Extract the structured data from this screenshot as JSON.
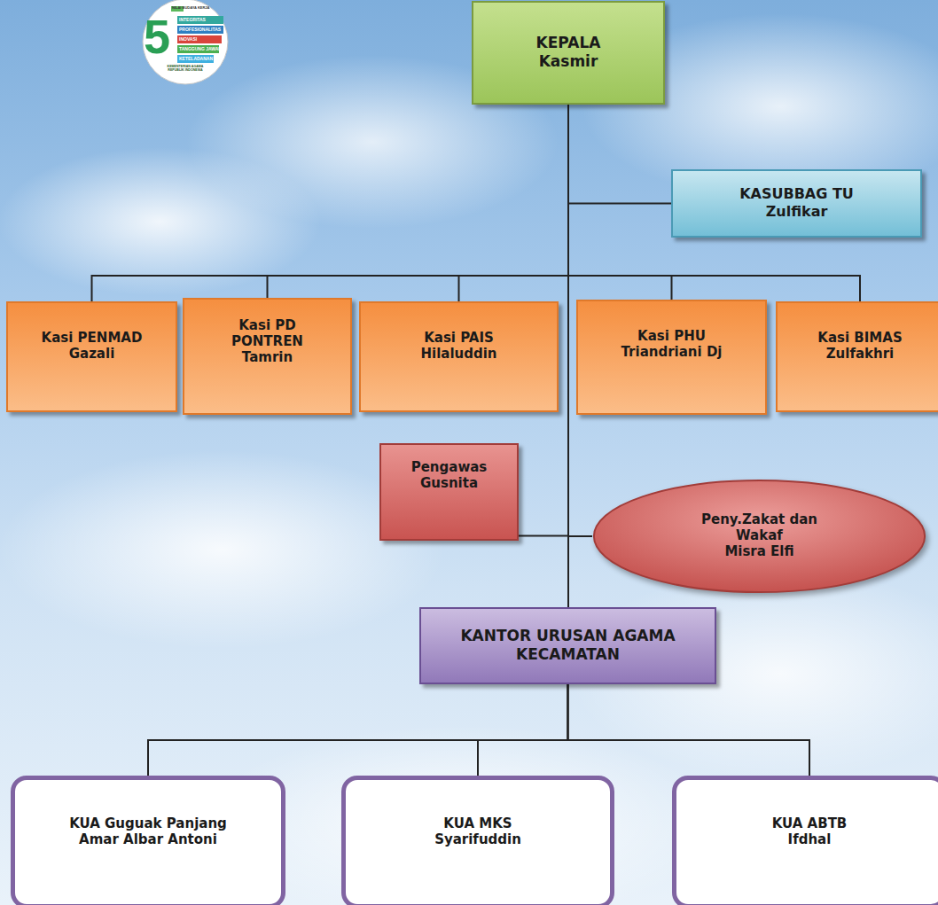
{
  "diagram": {
    "nodes": [
      {
        "text": [
          "KEPALA",
          "Kasmir"
        ]
      },
      {
        "text": [
          "KASUBBAG TU",
          "Zulfikar"
        ]
      },
      {
        "text": [
          "Kasi PENMAD",
          "Gazali"
        ]
      },
      {
        "text": [
          "Kasi PD PONTREN",
          "Tamrin"
        ]
      },
      {
        "text": [
          "Kasi PAIS",
          "Hilaluddin"
        ]
      },
      {
        "text": [
          "Kasi PHU",
          "Triandriani Dj"
        ]
      },
      {
        "text": [
          "Kasi BIMAS",
          "Zulfakhri"
        ]
      },
      {
        "text": [
          "Pengawas",
          "Gusnita"
        ]
      },
      {
        "text": [
          "Peny.Zakat dan Wakaf",
          "Misra Elfi"
        ]
      },
      {
        "text": [
          "KANTOR URUSAN AGAMA KECAMATAN"
        ]
      },
      {
        "text": [
          "KUA Guguak Panjang",
          "Amar Albar Antoni"
        ]
      },
      {
        "text": [
          "KUA MKS",
          "Syarifuddin"
        ]
      },
      {
        "text": [
          "KUA ABTB",
          "Ifdhal"
        ]
      }
    ],
    "edges": [
      {
        "from": 0,
        "to": 1,
        "arrow": "none"
      },
      {
        "from": 0,
        "to": 2,
        "arrow": "none"
      },
      {
        "from": 0,
        "to": 3,
        "arrow": "none"
      },
      {
        "from": 0,
        "to": 4,
        "arrow": "none"
      },
      {
        "from": 0,
        "to": 5,
        "arrow": "none"
      },
      {
        "from": 0,
        "to": 6,
        "arrow": "none"
      },
      {
        "from": 0,
        "to": 7,
        "arrow": "none"
      },
      {
        "from": 0,
        "to": 8,
        "arrow": "none"
      },
      {
        "from": 0,
        "to": 9,
        "arrow": "none"
      },
      {
        "from": 9,
        "to": 10,
        "arrow": "none"
      },
      {
        "from": 9,
        "to": 11,
        "arrow": "none"
      },
      {
        "from": 9,
        "to": 12,
        "arrow": "none"
      }
    ],
    "labels": [
      "NILAI BUDAYA KERJA",
      "5",
      "INTEGRITAS",
      "PROFESIONALITAS",
      "INOVASI",
      "TANGGUNG JAWAB",
      "KETELADANAN",
      "KEMENTERIAN AGAMA REPUBLIK INDONESIA"
    ]
  }
}
